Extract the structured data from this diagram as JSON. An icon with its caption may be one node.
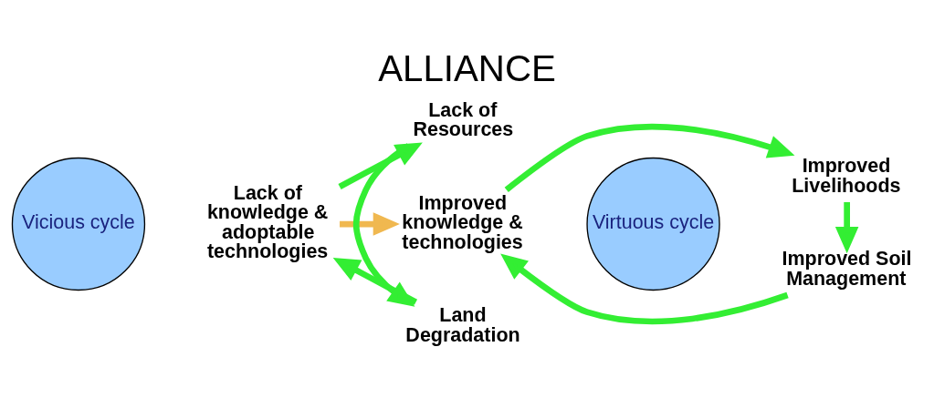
{
  "diagram": {
    "title": "ALLIANCE",
    "nodes": [
      {
        "text": [
          "Vicious cycle"
        ]
      },
      {
        "text": [
          "Land Degradation"
        ]
      },
      {
        "text": [
          "Lack of knowledge & adoptable technologies"
        ]
      },
      {
        "text": [
          "Lack of Resources"
        ]
      },
      {
        "text": [
          "Virtuous cycle"
        ]
      },
      {
        "text": [
          "Improved Livelihoods"
        ]
      },
      {
        "text": [
          "Improved Soil Management"
        ]
      },
      {
        "text": [
          "Improved knowledge & technologies"
        ]
      }
    ],
    "edges": [
      {
        "from": 1,
        "to": 2,
        "arrow": "to"
      },
      {
        "from": 2,
        "to": 3,
        "arrow": "to"
      },
      {
        "from": 3,
        "to": 1,
        "arrow": "to"
      },
      {
        "from": 2,
        "to": 7,
        "arrow": "to",
        "color": "#f0b850"
      },
      {
        "from": 7,
        "to": 5,
        "arrow": "to"
      },
      {
        "from": 5,
        "to": 6,
        "arrow": "to"
      },
      {
        "from": 6,
        "to": 7,
        "arrow": "to"
      }
    ]
  }
}
